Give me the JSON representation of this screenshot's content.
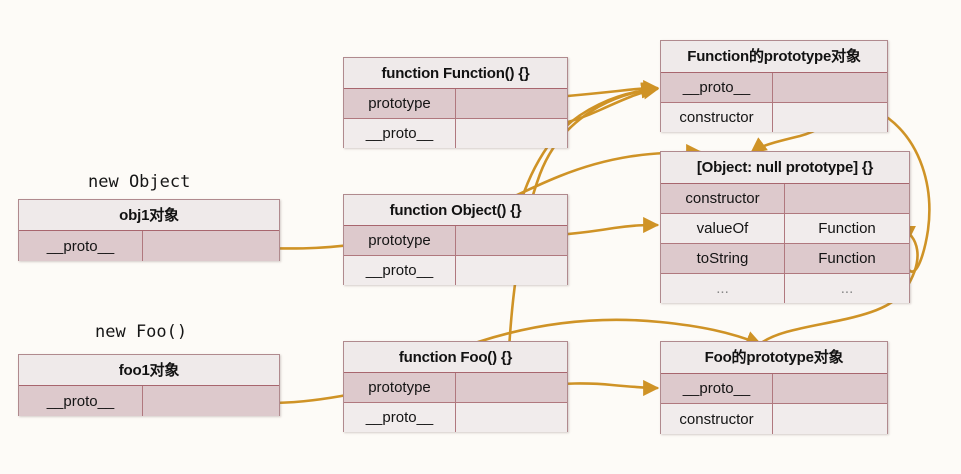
{
  "diagram": {
    "title": "JavaScript prototype chain diagram",
    "accent_arrow_color": "#cf9326",
    "background_color": "#fdfbf7",
    "border_color": "#b0787e",
    "row_shade_dark": "#ddc9cc",
    "row_shade_light": "#f1ecec"
  },
  "captions": {
    "new_object": "new Object",
    "new_foo": "new Foo()"
  },
  "boxes": {
    "obj1": {
      "header": "obj1对象",
      "rows": [
        {
          "key": "__proto__",
          "value": ""
        }
      ]
    },
    "foo1": {
      "header": "foo1对象",
      "rows": [
        {
          "key": "__proto__",
          "value": ""
        }
      ]
    },
    "function_ctor": {
      "header": "function Function() {}",
      "rows": [
        {
          "key": "prototype",
          "value": ""
        },
        {
          "key": "__proto__",
          "value": ""
        }
      ]
    },
    "object_ctor": {
      "header": "function Object() {}",
      "rows": [
        {
          "key": "prototype",
          "value": ""
        },
        {
          "key": "__proto__",
          "value": ""
        }
      ]
    },
    "foo_ctor": {
      "header": "function Foo() {}",
      "rows": [
        {
          "key": "prototype",
          "value": ""
        },
        {
          "key": "__proto__",
          "value": ""
        }
      ]
    },
    "function_prototype": {
      "header": "Function的prototype对象",
      "rows": [
        {
          "key": "__proto__",
          "value": ""
        },
        {
          "key": "constructor",
          "value": ""
        }
      ]
    },
    "object_prototype": {
      "header": "[Object: null prototype] {}",
      "rows": [
        {
          "key": "constructor",
          "value": ""
        },
        {
          "key": "valueOf",
          "value": "Function"
        },
        {
          "key": "toString",
          "value": "Function"
        },
        {
          "key": "...",
          "value": "..."
        }
      ]
    },
    "foo_prototype": {
      "header": "Foo的prototype对象",
      "rows": [
        {
          "key": "__proto__",
          "value": ""
        },
        {
          "key": "constructor",
          "value": ""
        }
      ]
    }
  }
}
